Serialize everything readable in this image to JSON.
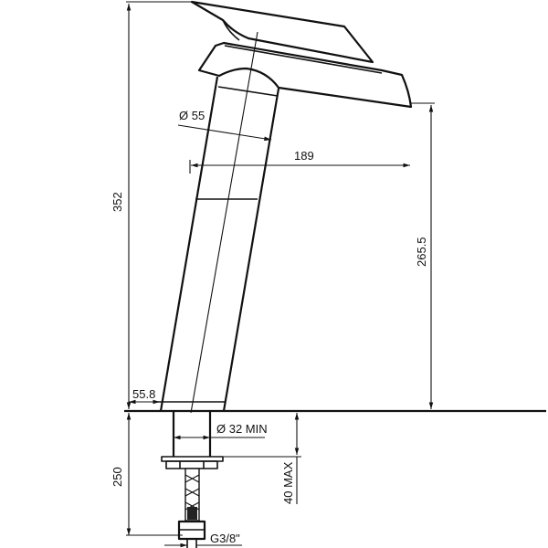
{
  "drawing": {
    "title": "Tall basin mixer tap dimension drawing",
    "colors": {
      "line": "#111111",
      "background": "#ffffff"
    },
    "dimensions": {
      "total_height": "352",
      "body_diameter": "Ø 55",
      "spout_reach": "189",
      "spout_height": "265.5",
      "base_offset": "55.8",
      "hole_diameter": "Ø 32 MIN",
      "below_deck_length": "250",
      "deck_thickness": "40 MAX",
      "connection": "G3/8\""
    }
  }
}
